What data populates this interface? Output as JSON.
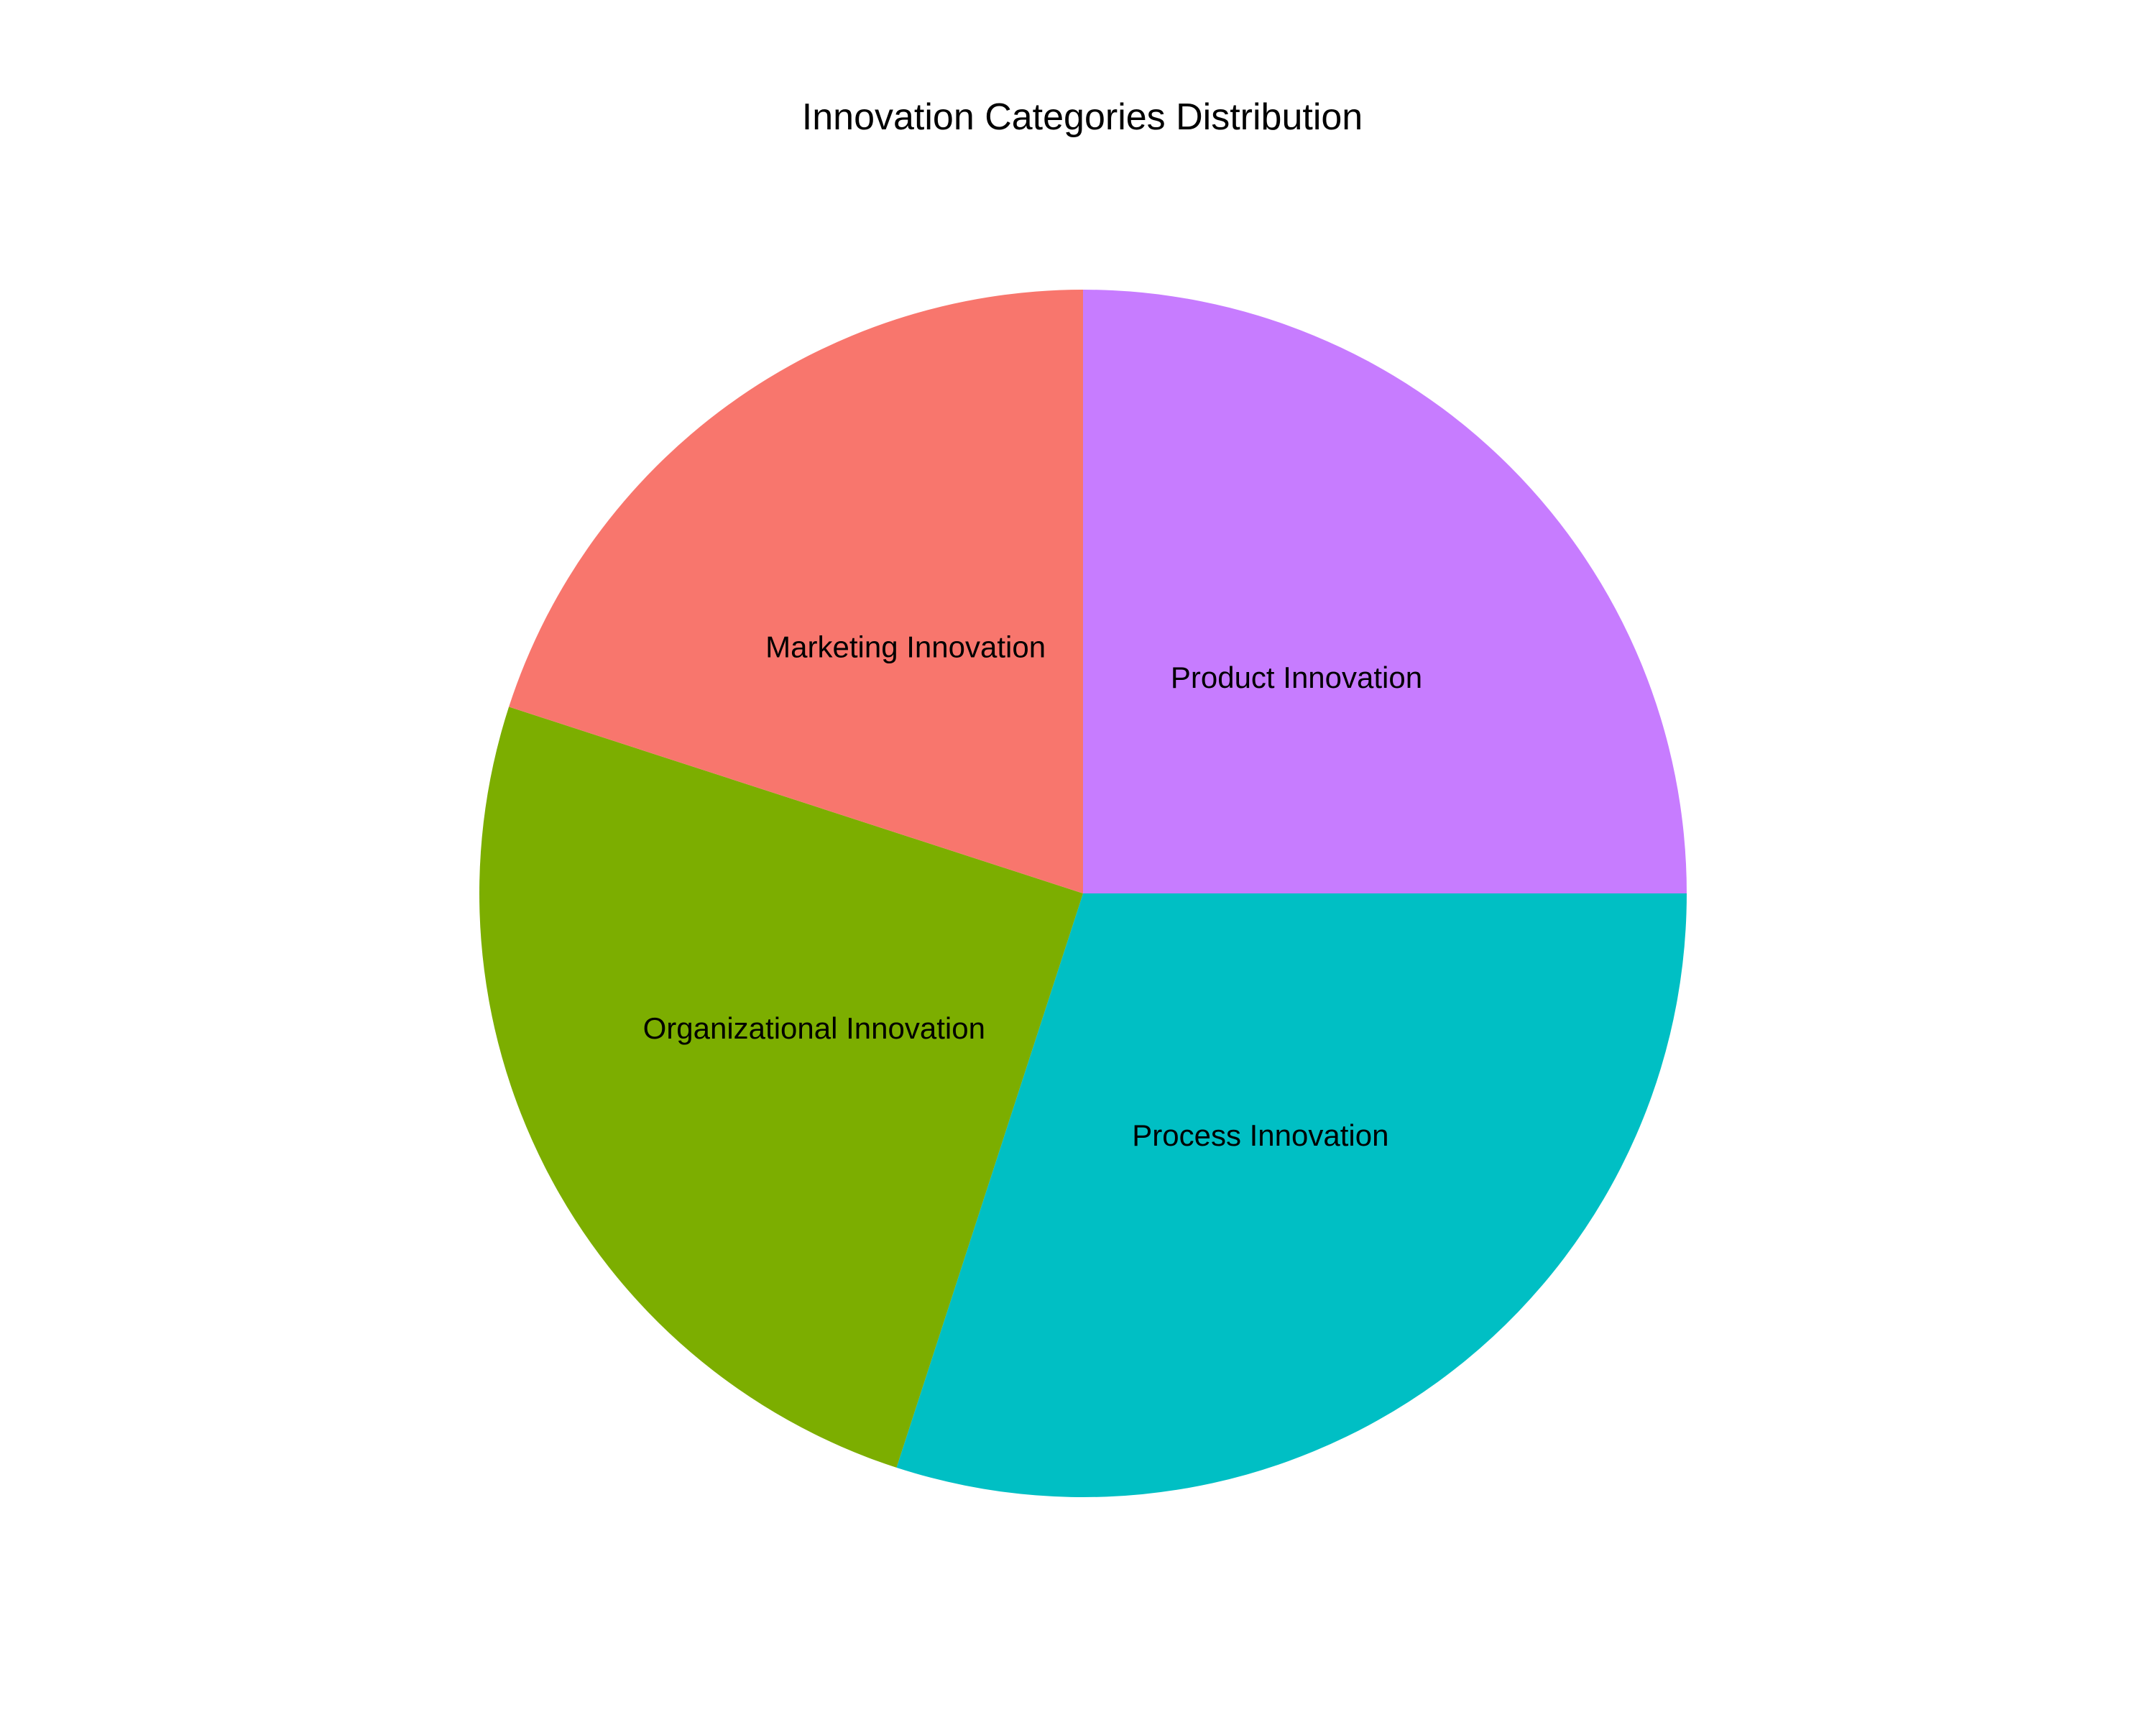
{
  "chart_data": {
    "type": "pie",
    "title": "Innovation Categories Distribution",
    "start_angle_deg": 0,
    "direction": "clockwise",
    "slices": [
      {
        "label": "Product Innovation",
        "value": 25,
        "color": "#C77CFF"
      },
      {
        "label": "Process Innovation",
        "value": 30,
        "color": "#00BFC4"
      },
      {
        "label": "Organizational Innovation",
        "value": 25,
        "color": "#7CAE00"
      },
      {
        "label": "Marketing Innovation",
        "value": 20,
        "color": "#F8766D"
      }
    ],
    "legend": "none"
  }
}
